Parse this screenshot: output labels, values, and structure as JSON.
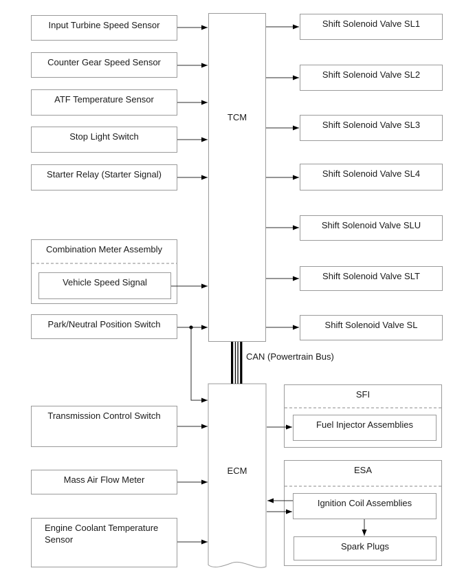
{
  "diagram": {
    "controllers": {
      "tcm": "TCM",
      "ecm": "ECM"
    },
    "bus": {
      "label": "CAN (Powertrain Bus)"
    },
    "tcm_inputs": [
      "Input Turbine Speed Sensor",
      "Counter Gear Speed Sensor",
      "ATF Temperature Sensor",
      "Stop Light Switch",
      "Starter Relay (Starter Signal)"
    ],
    "combination_meter": {
      "title": "Combination Meter Assembly",
      "signal": "Vehicle Speed Signal"
    },
    "park_neutral_switch": "Park/Neutral Position Switch",
    "ecm_inputs": [
      "Transmission Control Switch",
      "Mass Air Flow Meter",
      "Engine Coolant Temperature Sensor"
    ],
    "tcm_outputs": [
      "Shift Solenoid Valve SL1",
      "Shift Solenoid Valve SL2",
      "Shift Solenoid Valve SL3",
      "Shift Solenoid Valve SL4",
      "Shift Solenoid Valve SLU",
      "Shift Solenoid Valve SLT",
      "Shift Solenoid Valve SL"
    ],
    "sfi": {
      "title": "SFI",
      "component": "Fuel Injector Assemblies"
    },
    "esa": {
      "title": "ESA",
      "coil": "Ignition Coil Assemblies",
      "plugs": "Spark Plugs"
    },
    "colors": {
      "box_border": "#9a9a9a",
      "line": "#2b2b2b",
      "arrowhead": "#000000"
    }
  }
}
